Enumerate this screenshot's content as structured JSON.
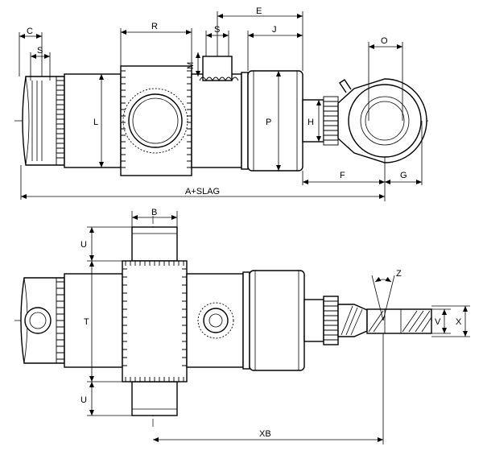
{
  "labels": {
    "C": "C",
    "S_left": "S",
    "R": "R",
    "M": "M",
    "S_top": "S",
    "E": "E",
    "J": "J",
    "O": "O",
    "L": "L",
    "P": "P",
    "H": "H",
    "F": "F",
    "G": "G",
    "A_SLAG": "A+SLAG",
    "B": "B",
    "U_top": "U",
    "T": "T",
    "U_bottom": "U",
    "Z": "Z",
    "V": "V",
    "X": "X",
    "XB": "XB"
  }
}
